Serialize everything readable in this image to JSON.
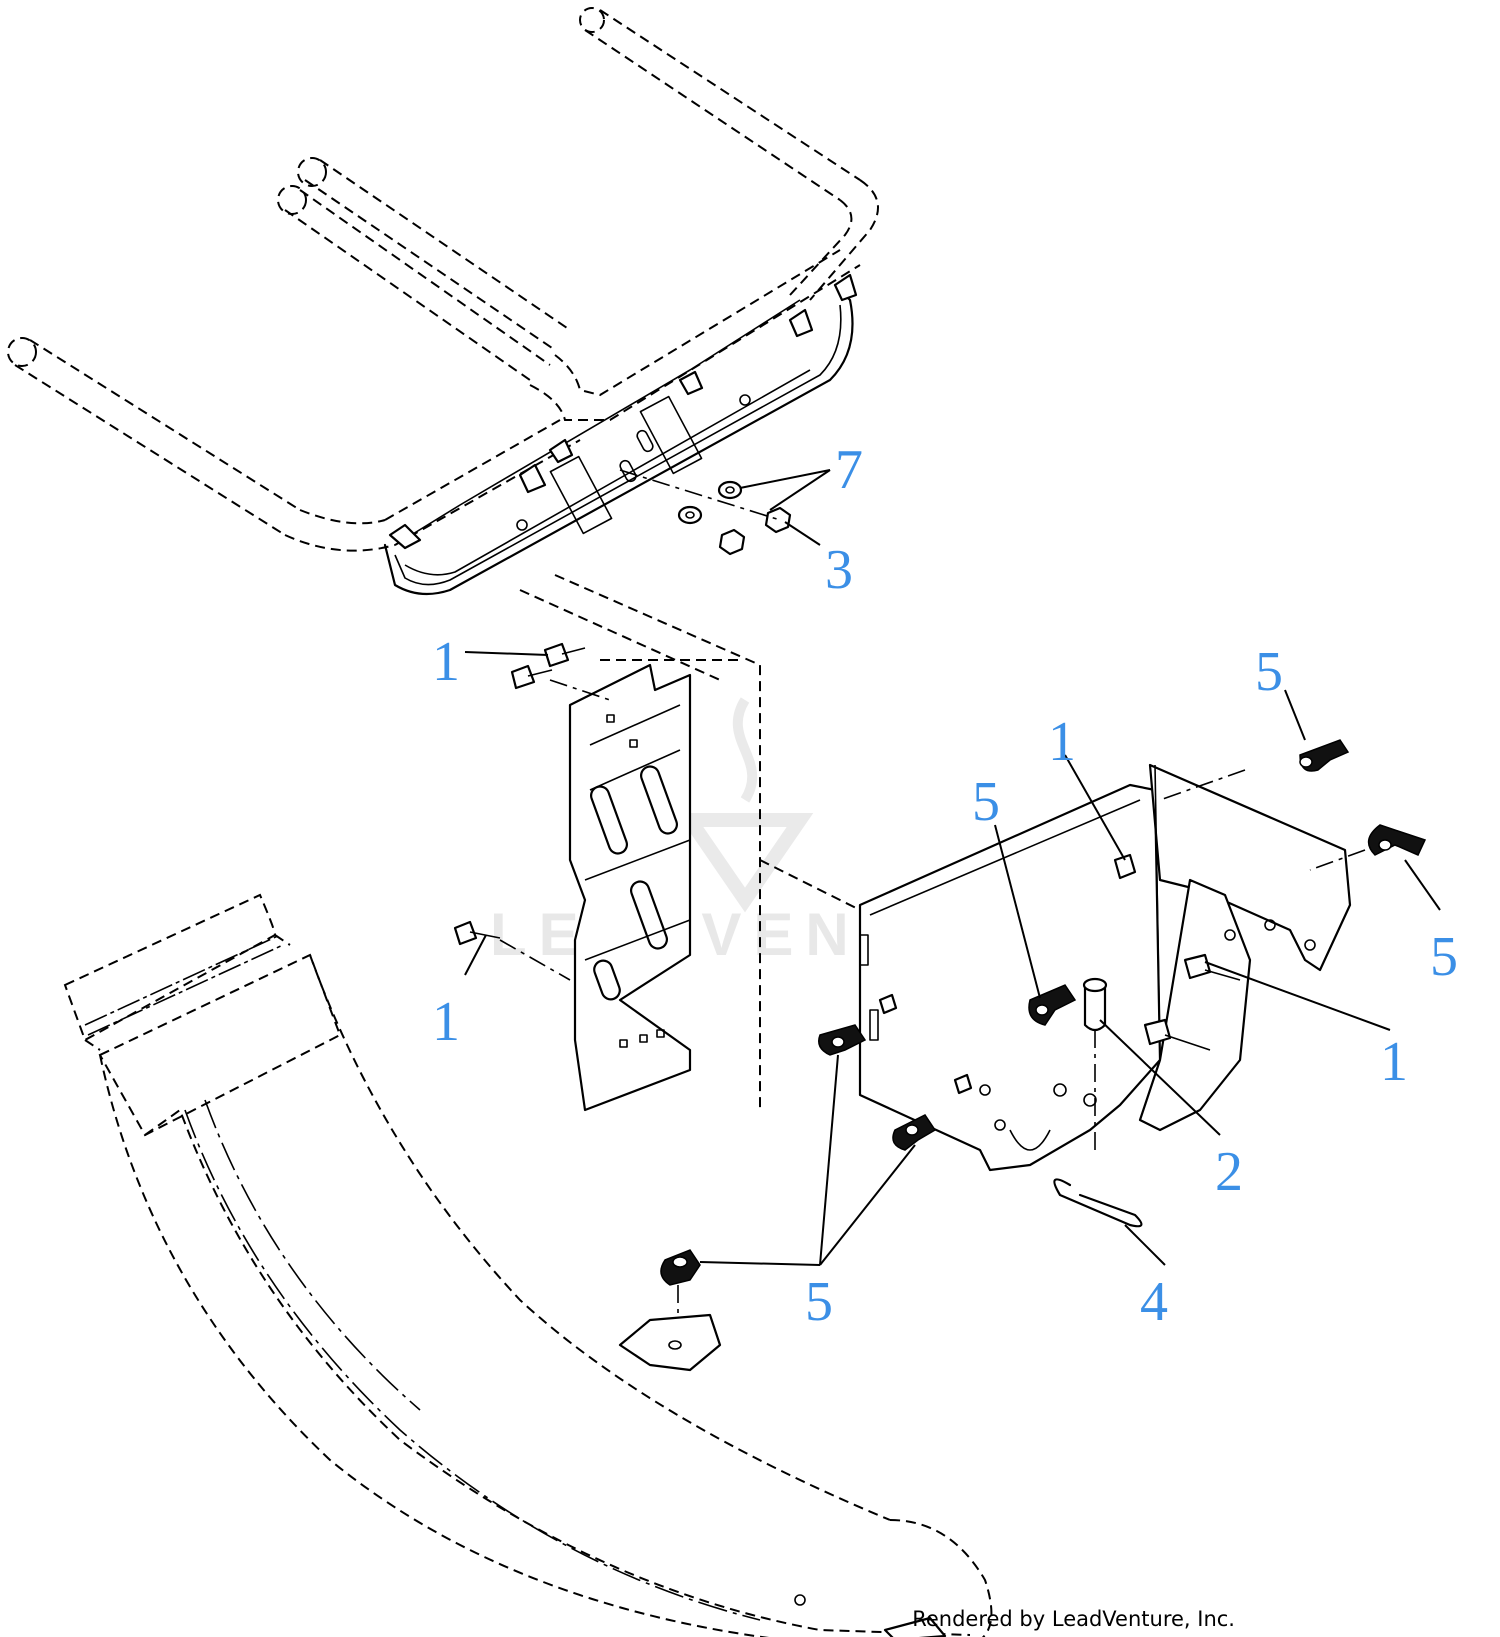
{
  "callouts": [
    {
      "id": "7a",
      "text": "7"
    },
    {
      "id": "3",
      "text": "3"
    },
    {
      "id": "1a",
      "text": "1"
    },
    {
      "id": "1b",
      "text": "1"
    },
    {
      "id": "1c",
      "text": "1"
    },
    {
      "id": "1d",
      "text": "1"
    },
    {
      "id": "5a",
      "text": "5"
    },
    {
      "id": "5b",
      "text": "5"
    },
    {
      "id": "5c",
      "text": "5"
    },
    {
      "id": "5d",
      "text": "5"
    },
    {
      "id": "2",
      "text": "2"
    },
    {
      "id": "4",
      "text": "4"
    }
  ],
  "watermark": "LEADVENTURE",
  "footer": "Rendered by LeadVenture, Inc.",
  "colors": {
    "callout": "#3b8fe6",
    "line": "#000000",
    "watermark": "#e6e6e6"
  }
}
